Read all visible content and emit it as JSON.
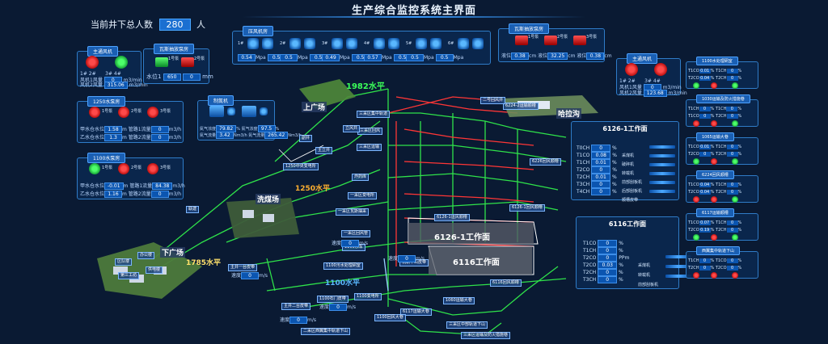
{
  "title": "生产综合监控系统主界面",
  "headcount": {
    "label": "当前井下总人数",
    "value": "280",
    "unit": "人"
  },
  "main_fan_left": {
    "title": "主通风机",
    "marks": [
      "1#",
      "2#",
      "3#",
      "4#"
    ],
    "rows": [
      {
        "label": "风机1风量",
        "value": "0",
        "unit": "m3/min"
      },
      {
        "label": "风机2风量",
        "value": "315.06",
        "unit": "m3/min"
      }
    ]
  },
  "gas_pump_left": {
    "title": "瓦斯抽放泵房",
    "pumps": [
      "1号泵",
      "2号泵"
    ],
    "level_label": "水位1",
    "level_value": "650",
    "level_extra": "0",
    "level_unit": "mm"
  },
  "compressor": {
    "title": "压风机房",
    "units": [
      {
        "id": "1#",
        "a": "0.54",
        "b": "0.5",
        "unit": "Mpa"
      },
      {
        "id": "2#",
        "a": "0.5",
        "b": "0.5",
        "unit": "Mpa"
      },
      {
        "id": "3#",
        "a": "0.49",
        "b": "0.5",
        "unit": "Mpa"
      },
      {
        "id": "4#",
        "a": "0.57",
        "b": "0.5",
        "unit": "Mpa"
      },
      {
        "id": "5#",
        "a": "0.5",
        "b": "0.5",
        "unit": "Mpa"
      },
      {
        "id": "6#",
        "a": "",
        "b": "",
        "unit": ""
      }
    ],
    "labels": [
      "1#",
      "2#",
      "3#",
      "4#",
      "5#",
      "6#"
    ]
  },
  "gas_pump_right": {
    "title": "瓦斯抽放泵房",
    "pumps": [
      "1号泵",
      "2号泵",
      "3号泵"
    ],
    "rows": [
      {
        "label": "液位",
        "value": "0.38",
        "unit": "cm"
      },
      {
        "label": "液位",
        "value": "32.25",
        "unit": "cm"
      },
      {
        "label": "液位",
        "value": "0.38",
        "unit": "cm"
      }
    ]
  },
  "main_fan_right": {
    "title": "主通风机",
    "marks": [
      "1#",
      "2#",
      "3#",
      "4#"
    ],
    "rows": [
      {
        "label": "风机1风量",
        "value": "0",
        "unit": "m3/min"
      },
      {
        "label": "风机2风量",
        "value": "123.68",
        "unit": "m3/min"
      }
    ]
  },
  "pump1250": {
    "title": "1250水泵房",
    "pumps": [
      "1号泵",
      "2号泵",
      "3号泵"
    ],
    "rows": [
      {
        "a_label": "甲水仓水位",
        "a_value": "1.58",
        "a_unit": "m",
        "b_label": "管路1流量",
        "b_value": "0",
        "b_unit": "m3/h"
      },
      {
        "a_label": "乙水仓水位",
        "a_value": "1.3",
        "a_unit": "m",
        "b_label": "管路2流量",
        "b_value": "0",
        "b_unit": "m3/h"
      }
    ]
  },
  "nitrogen": {
    "title": "制氮机",
    "rows": [
      {
        "a_label": "氮气浓度",
        "a_value": "79.82",
        "a_unit": "%",
        "b_label": "氮气浓度",
        "b_value": "97.5",
        "b_unit": "%"
      },
      {
        "a_label": "氮气流量",
        "a_value": "3.42",
        "a_unit": "Nm3/h",
        "b_label": "氮气流量",
        "b_value": "265.42",
        "b_unit": "Nm3/h"
      }
    ]
  },
  "pump1100": {
    "title": "1100水泵房",
    "pumps": [
      "1号泵",
      "2号泵",
      "3号泵"
    ],
    "rows": [
      {
        "a_label": "甲水仓水位",
        "a_value": "-0.01",
        "a_unit": "m",
        "b_label": "管路1流量",
        "b_value": "84.38",
        "b_unit": "m3/h"
      },
      {
        "a_label": "乙水仓水位",
        "a_value": "1.16",
        "a_unit": "m",
        "b_label": "管路2流量",
        "b_value": "0",
        "b_unit": "m3/h"
      }
    ]
  },
  "face6126": {
    "title": "6126-1工作面",
    "gas": [
      {
        "label": "T0CH",
        "value": "0",
        "unit": "%"
      },
      {
        "label": "T1CO",
        "value": "0.08",
        "unit": "%"
      },
      {
        "label": "T1CH",
        "value": "0.01",
        "unit": "%"
      },
      {
        "label": "T2CO",
        "value": "0",
        "unit": "%"
      },
      {
        "label": "T2CH",
        "value": "0.01",
        "unit": "%"
      },
      {
        "label": "T3CH",
        "value": "0",
        "unit": "%"
      },
      {
        "label": "T4CH",
        "value": "0",
        "unit": "%"
      }
    ],
    "equipment": [
      "采煤机",
      "破碎机",
      "转载机",
      "前部刮板机",
      "后部刮板机",
      "顺槽皮带"
    ]
  },
  "face6116": {
    "title": "6116工作面",
    "gas": [
      {
        "label": "T1CO",
        "value": "0",
        "unit": "%"
      },
      {
        "label": "T1CH",
        "value": "0",
        "unit": "%"
      },
      {
        "label": "T2CO",
        "value": "0",
        "unit": "PPm"
      },
      {
        "label": "T2CO",
        "value": "0.03",
        "unit": "%"
      },
      {
        "label": "T2CH",
        "value": "0",
        "unit": "%"
      },
      {
        "label": "T3CH",
        "value": "0",
        "unit": "%"
      }
    ],
    "equipment": [
      "采煤机",
      "转载机",
      "前部刮板机"
    ]
  },
  "right_panels": [
    {
      "title": "1100水处理硐室",
      "r1": [
        "T1CO",
        "0.01",
        "%",
        "T1CH",
        "0",
        "%"
      ],
      "r2": [
        "T2CO",
        "0.04",
        "%",
        "T2CH",
        "0",
        "%"
      ]
    },
    {
      "title": "1030运输及防火措施巷",
      "r1": [
        "T1CH",
        "0",
        "%",
        "T1CH",
        "0",
        "%"
      ],
      "r2": [
        "T1CO",
        "0",
        "%",
        "T2CH",
        "0",
        "%"
      ]
    },
    {
      "title": "1065运输大巷",
      "r1": [
        "T1CO",
        "0.01",
        "%",
        "T1CH",
        "0",
        "%"
      ],
      "r2": [
        "T2CO",
        "0",
        "%",
        "T2CH",
        "0",
        "%"
      ]
    },
    {
      "title": "6224回风顺槽",
      "r1": [
        "T1CO",
        "0.04",
        "%",
        "T1CH",
        "0",
        "%"
      ],
      "r2": [
        "T2CO",
        "0.04",
        "%",
        "T2CH",
        "0",
        "%"
      ]
    },
    {
      "title": "6117运输顺槽",
      "r1": [
        "T1CO",
        "0.07",
        "%",
        "T1CH",
        "0",
        "%"
      ],
      "r2": [
        "T2CO",
        "0.19",
        "%",
        "T2CH",
        "0",
        "%"
      ]
    },
    {
      "title": "西翼集中轨道下山",
      "r1": [
        "T1CH",
        "0",
        "%",
        "T1CO",
        "0",
        "%"
      ],
      "r2": [
        "T2CH",
        "0",
        "%",
        "T2CO",
        "0",
        "%"
      ]
    }
  ],
  "map": {
    "levels": [
      "1982水平",
      "1250水平",
      "1785水平",
      "1100水平"
    ],
    "places": [
      "上广场",
      "下广场",
      "洗煤场",
      "哈拉沟",
      "6126-1工作面",
      "6116工作面"
    ],
    "tags": [
      "6224-2运输顺槽",
      "二号回风井",
      "三采区集中轨道",
      "三采区回风",
      "三采区运输",
      "立风井",
      "副井",
      "主立井",
      "1250中央变电所",
      "炸药库",
      "一采区变电所",
      "一采区瓦斯抽采",
      "6226回风顺槽",
      "6126-1运风顺槽",
      "6126-1回风顺槽",
      "一采区回风管",
      "1100水车",
      "主井一台皮带",
      "机轨下山皮带",
      "1100污水处理硐室",
      "6116回风顺槽",
      "主井二台皮带",
      "1100石门皮带",
      "1100变电所",
      "6117运输大巷",
      "1060运输大巷",
      "1100回风大巷",
      "三采区中部轨道下山",
      "二采区西翼集中轨道下山",
      "三采区运输及防火措施巷",
      "区队楼",
      "办公楼",
      "供电楼",
      "联建",
      "第三工坊"
    ],
    "belt_labels": [
      {
        "label": "速度",
        "value": "0",
        "unit": "m/s"
      },
      {
        "label": "速度",
        "value": "0",
        "unit": "m/s"
      },
      {
        "label": "速度",
        "value": "0",
        "unit": "m/s"
      },
      {
        "label": "速度",
        "value": "0",
        "unit": "m/s"
      },
      {
        "label": "速度",
        "value": "0",
        "unit": "m/s"
      }
    ]
  }
}
